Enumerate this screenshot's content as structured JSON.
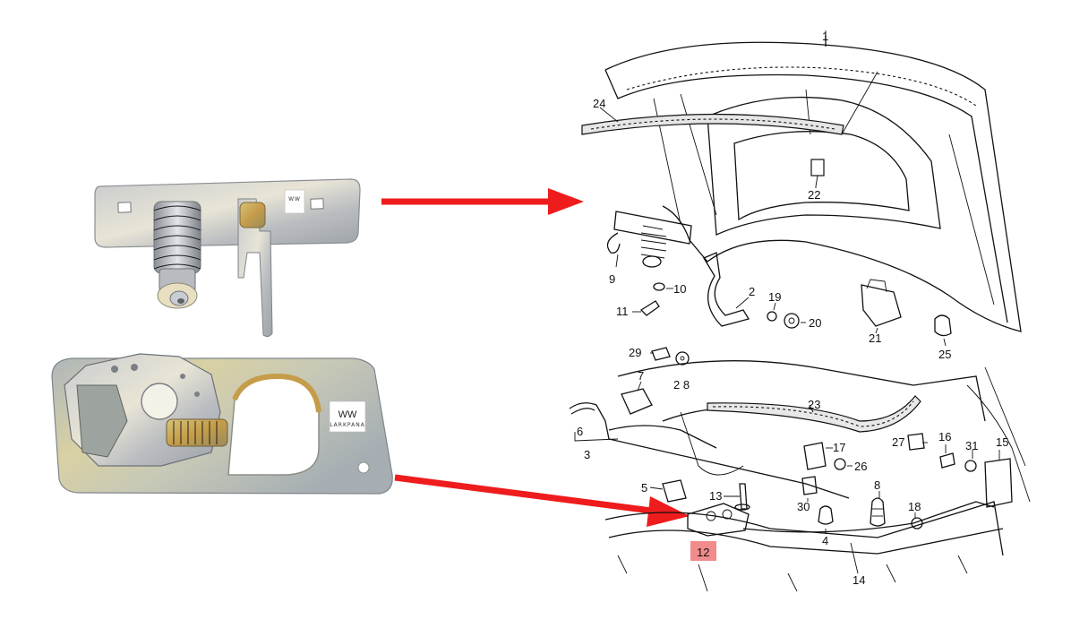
{
  "photos": {
    "brand_text": "LARKPANA"
  },
  "diagram": {
    "highlight_color": "#f28c8c",
    "arrow_color": "#ee1c1c",
    "highlighted_part": "12",
    "part_labels": [
      {
        "id": "p1",
        "text": "1"
      },
      {
        "id": "p24",
        "text": "24"
      },
      {
        "id": "p22",
        "text": "22"
      },
      {
        "id": "p9",
        "text": "9"
      },
      {
        "id": "p10",
        "text": "10"
      },
      {
        "id": "p11",
        "text": "11"
      },
      {
        "id": "p2",
        "text": "2"
      },
      {
        "id": "p19",
        "text": "19"
      },
      {
        "id": "p20",
        "text": "20"
      },
      {
        "id": "p21",
        "text": "21"
      },
      {
        "id": "p25",
        "text": "25"
      },
      {
        "id": "p29",
        "text": "29"
      },
      {
        "id": "p28",
        "text": "2 8"
      },
      {
        "id": "p7",
        "text": "7"
      },
      {
        "id": "p23",
        "text": "23"
      },
      {
        "id": "p6",
        "text": "6"
      },
      {
        "id": "p3",
        "text": "3"
      },
      {
        "id": "p17",
        "text": "17"
      },
      {
        "id": "p26",
        "text": "26"
      },
      {
        "id": "p27",
        "text": "27"
      },
      {
        "id": "p16",
        "text": "16"
      },
      {
        "id": "p31",
        "text": "31"
      },
      {
        "id": "p15",
        "text": "15"
      },
      {
        "id": "p5",
        "text": "5"
      },
      {
        "id": "p13",
        "text": "13"
      },
      {
        "id": "p30",
        "text": "30"
      },
      {
        "id": "p8",
        "text": "8"
      },
      {
        "id": "p18",
        "text": "18"
      },
      {
        "id": "p4",
        "text": "4"
      },
      {
        "id": "p12",
        "text": "12"
      },
      {
        "id": "p14",
        "text": "14"
      }
    ]
  }
}
